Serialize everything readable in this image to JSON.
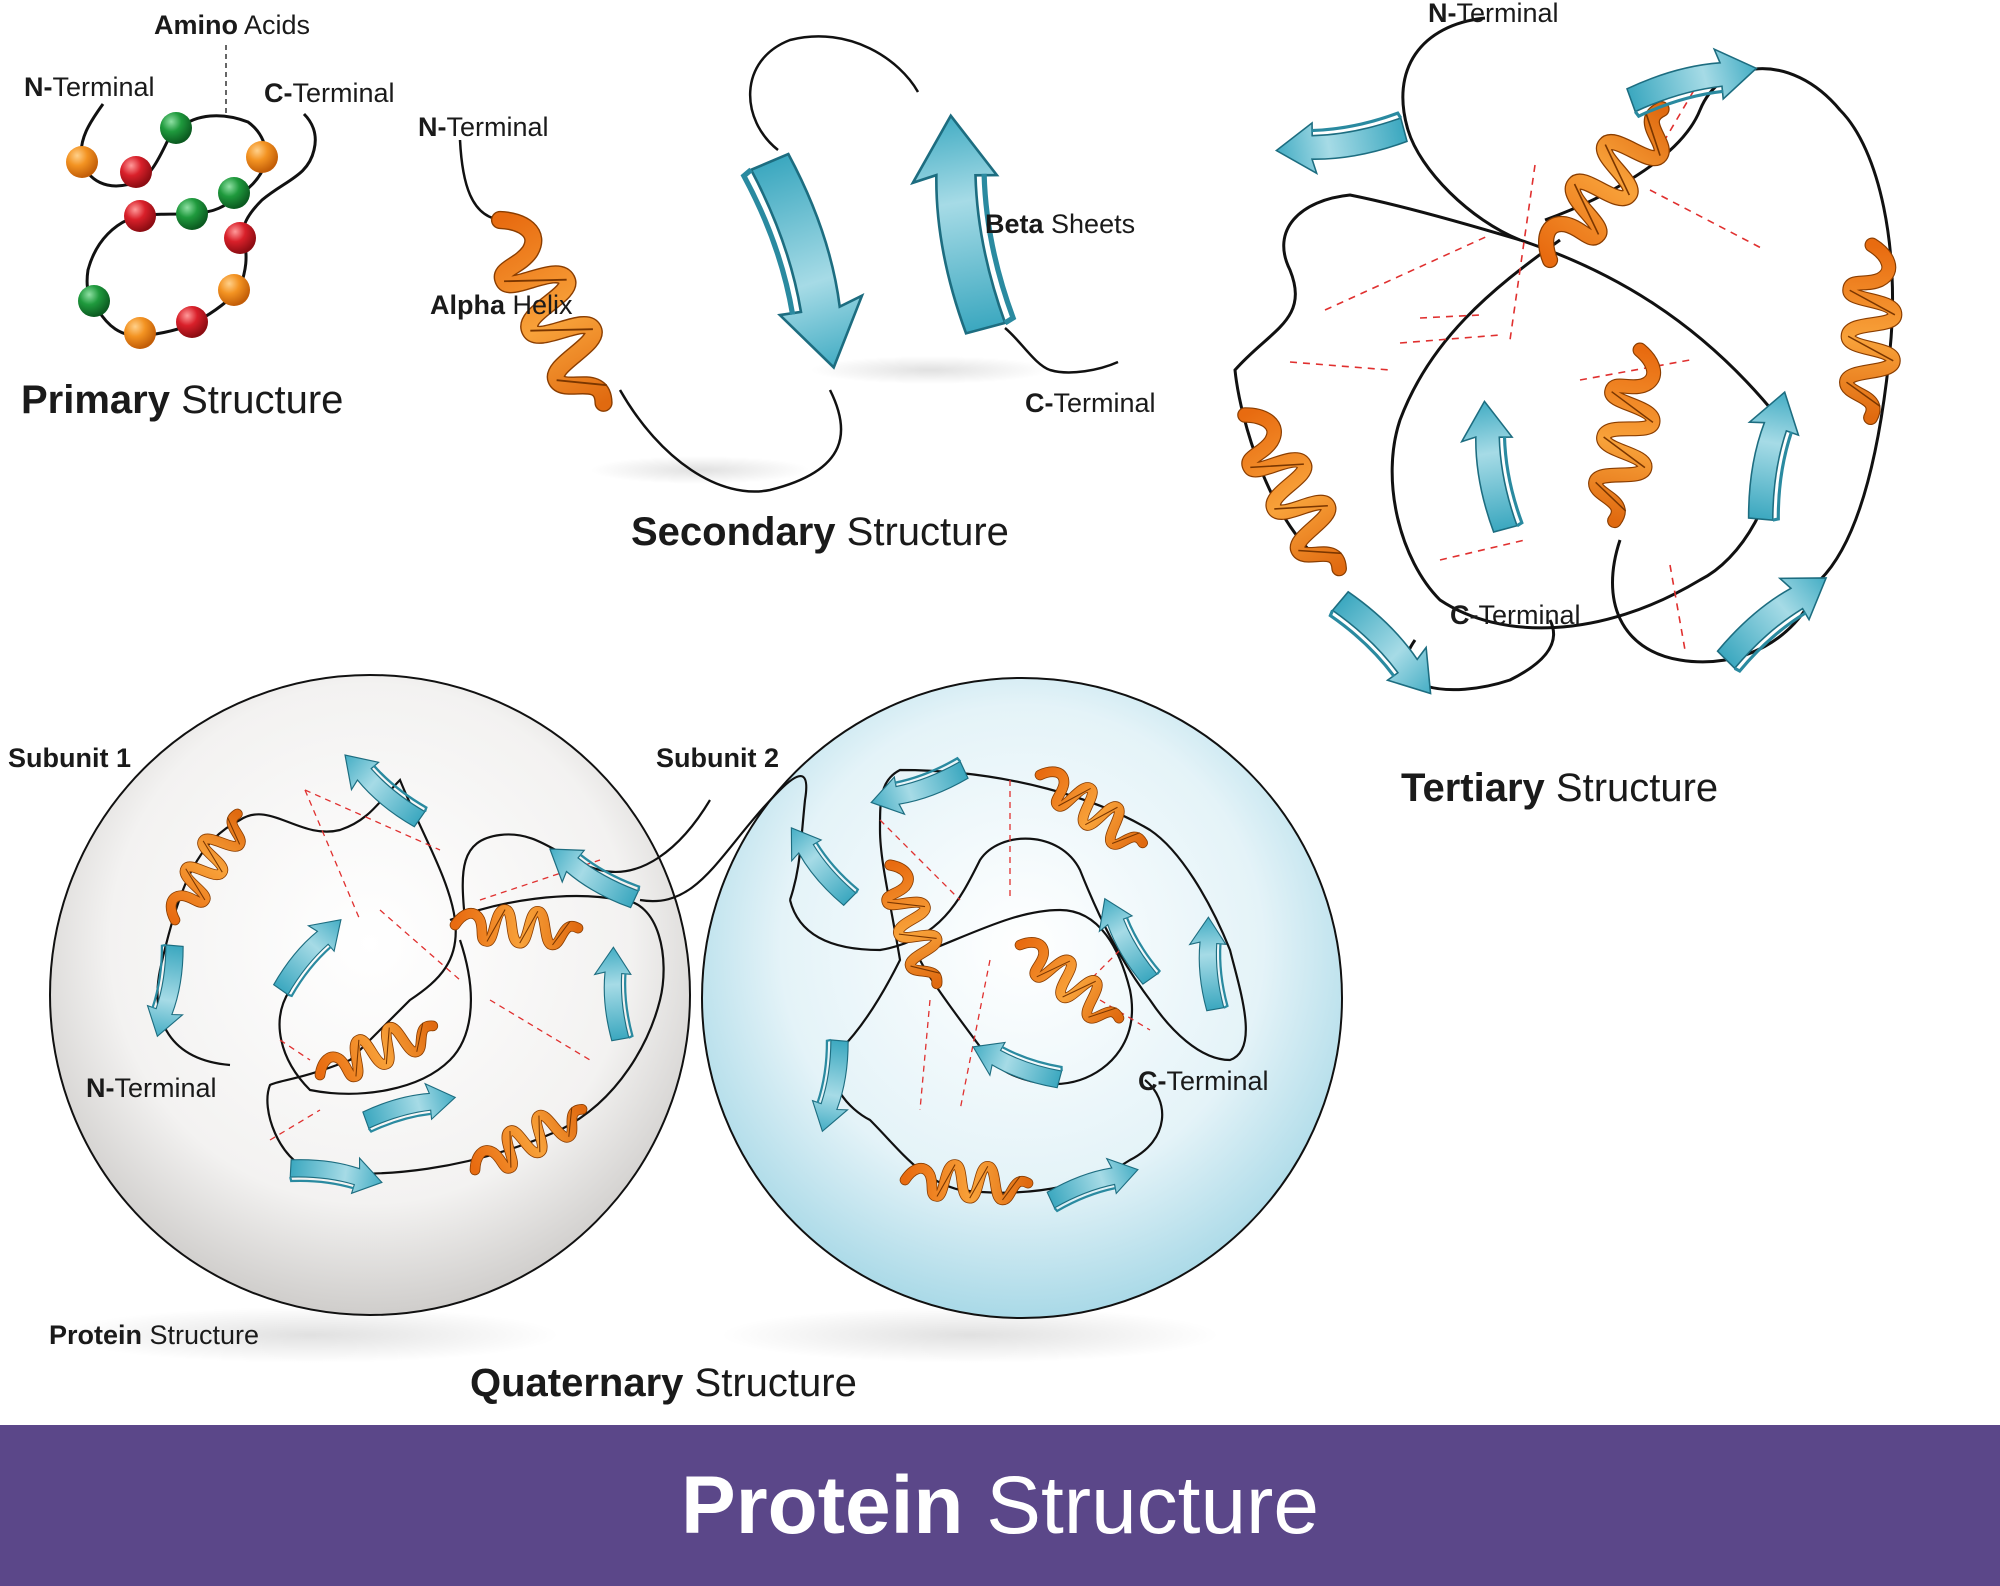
{
  "primary": {
    "title_bold": "Primary",
    "title_rest": " Structure",
    "amino_bold": "Amino",
    "amino_rest": " Acids",
    "n_bold": "N-",
    "n_rest": "Terminal",
    "c_bold": "C-",
    "c_rest": "Terminal",
    "amino_acid_colors": [
      "orange",
      "red",
      "green",
      "orange",
      "green",
      "green",
      "red",
      "red",
      "orange",
      "red",
      "orange",
      "green"
    ]
  },
  "secondary": {
    "title_bold": "Secondary",
    "title_rest": " Structure",
    "n_bold": "N-",
    "n_rest": "Terminal",
    "alpha_bold": "Alpha",
    "alpha_rest": " Helix",
    "beta_bold": "Beta",
    "beta_rest": " Sheets",
    "c_bold": "C-",
    "c_rest": "Terminal"
  },
  "tertiary": {
    "title_bold": "Tertiary",
    "title_rest": " Structure",
    "n_bold": "N-",
    "n_rest": "Terminal",
    "c_bold": "C-",
    "c_rest": "Terminal"
  },
  "quaternary": {
    "title_bold": "Quaternary",
    "title_rest": " Structure",
    "subunit1": "Subunit 1",
    "subunit2": "Subunit 2",
    "n_bold": "N-",
    "n_rest": "Terminal",
    "c_bold": "C-",
    "c_rest": "Terminal",
    "protein_bold": "Protein",
    "protein_rest": " Structure"
  },
  "banner": {
    "title_bold": "Protein",
    "title_rest": " Structure"
  },
  "colors": {
    "helix": "#f0821e",
    "sheet": "#4fb3c8",
    "banner": "#5b4789",
    "amino_orange": "#f39322",
    "amino_red": "#d9202a",
    "amino_green": "#1f9a3d",
    "hbond": "#e0302f"
  }
}
